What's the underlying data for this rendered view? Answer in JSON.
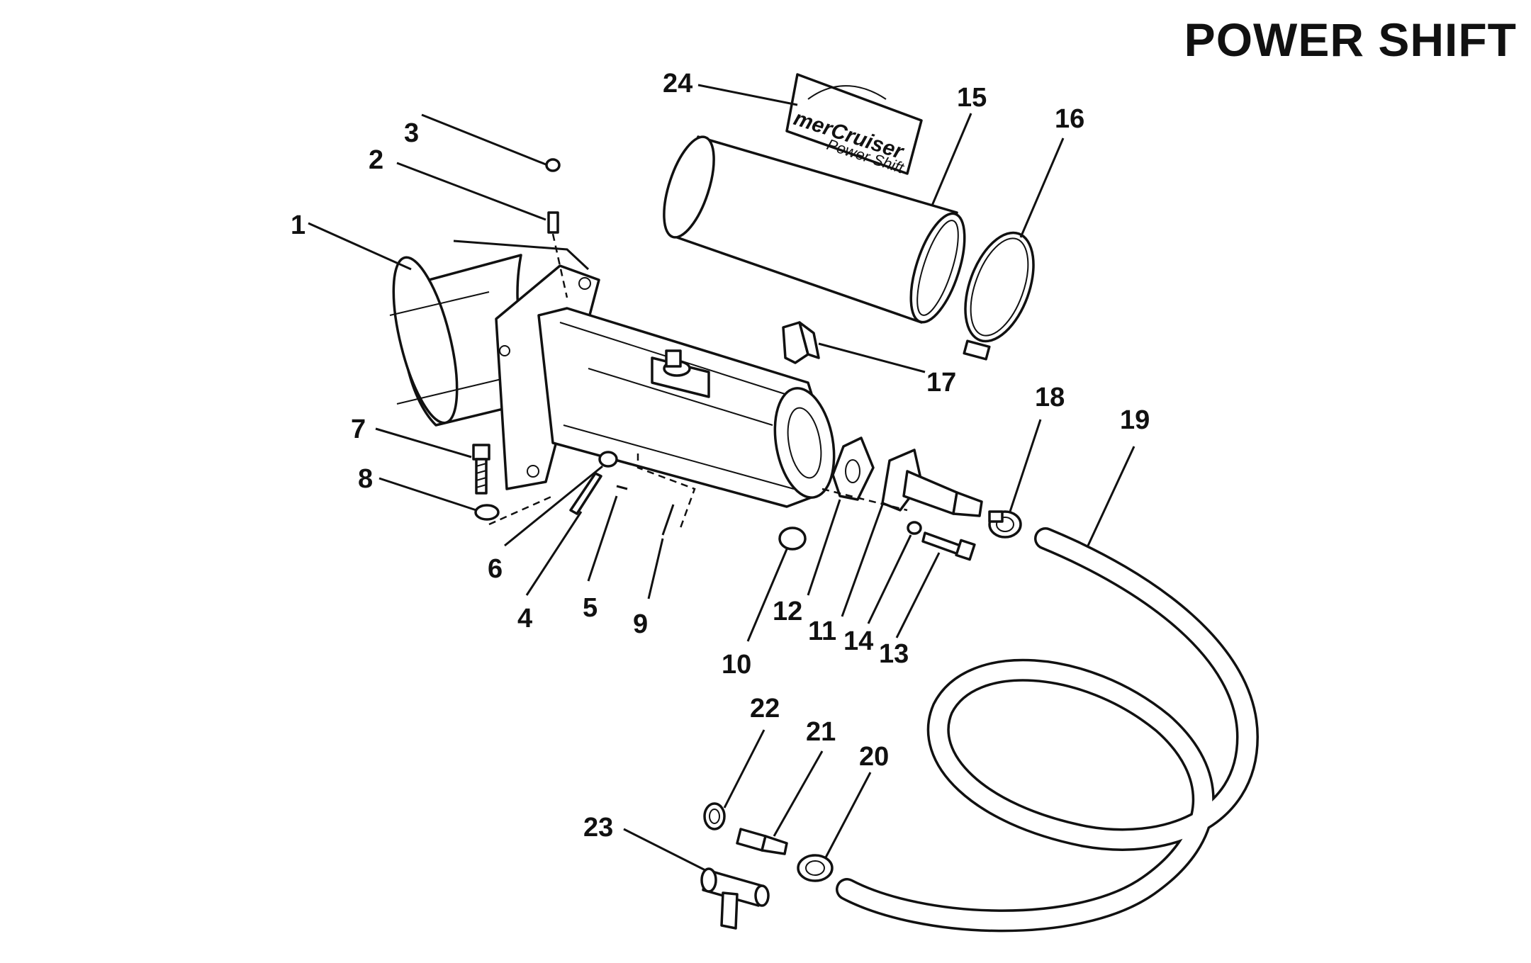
{
  "title": "POWER SHIFT",
  "decal": {
    "brand": "merCruiser",
    "sub": "Power Shift"
  },
  "callouts": [
    "1",
    "2",
    "3",
    "4",
    "5",
    "6",
    "7",
    "8",
    "9",
    "10",
    "11",
    "12",
    "13",
    "14",
    "15",
    "16",
    "17",
    "18",
    "19",
    "20",
    "21",
    "22",
    "23",
    "24"
  ]
}
